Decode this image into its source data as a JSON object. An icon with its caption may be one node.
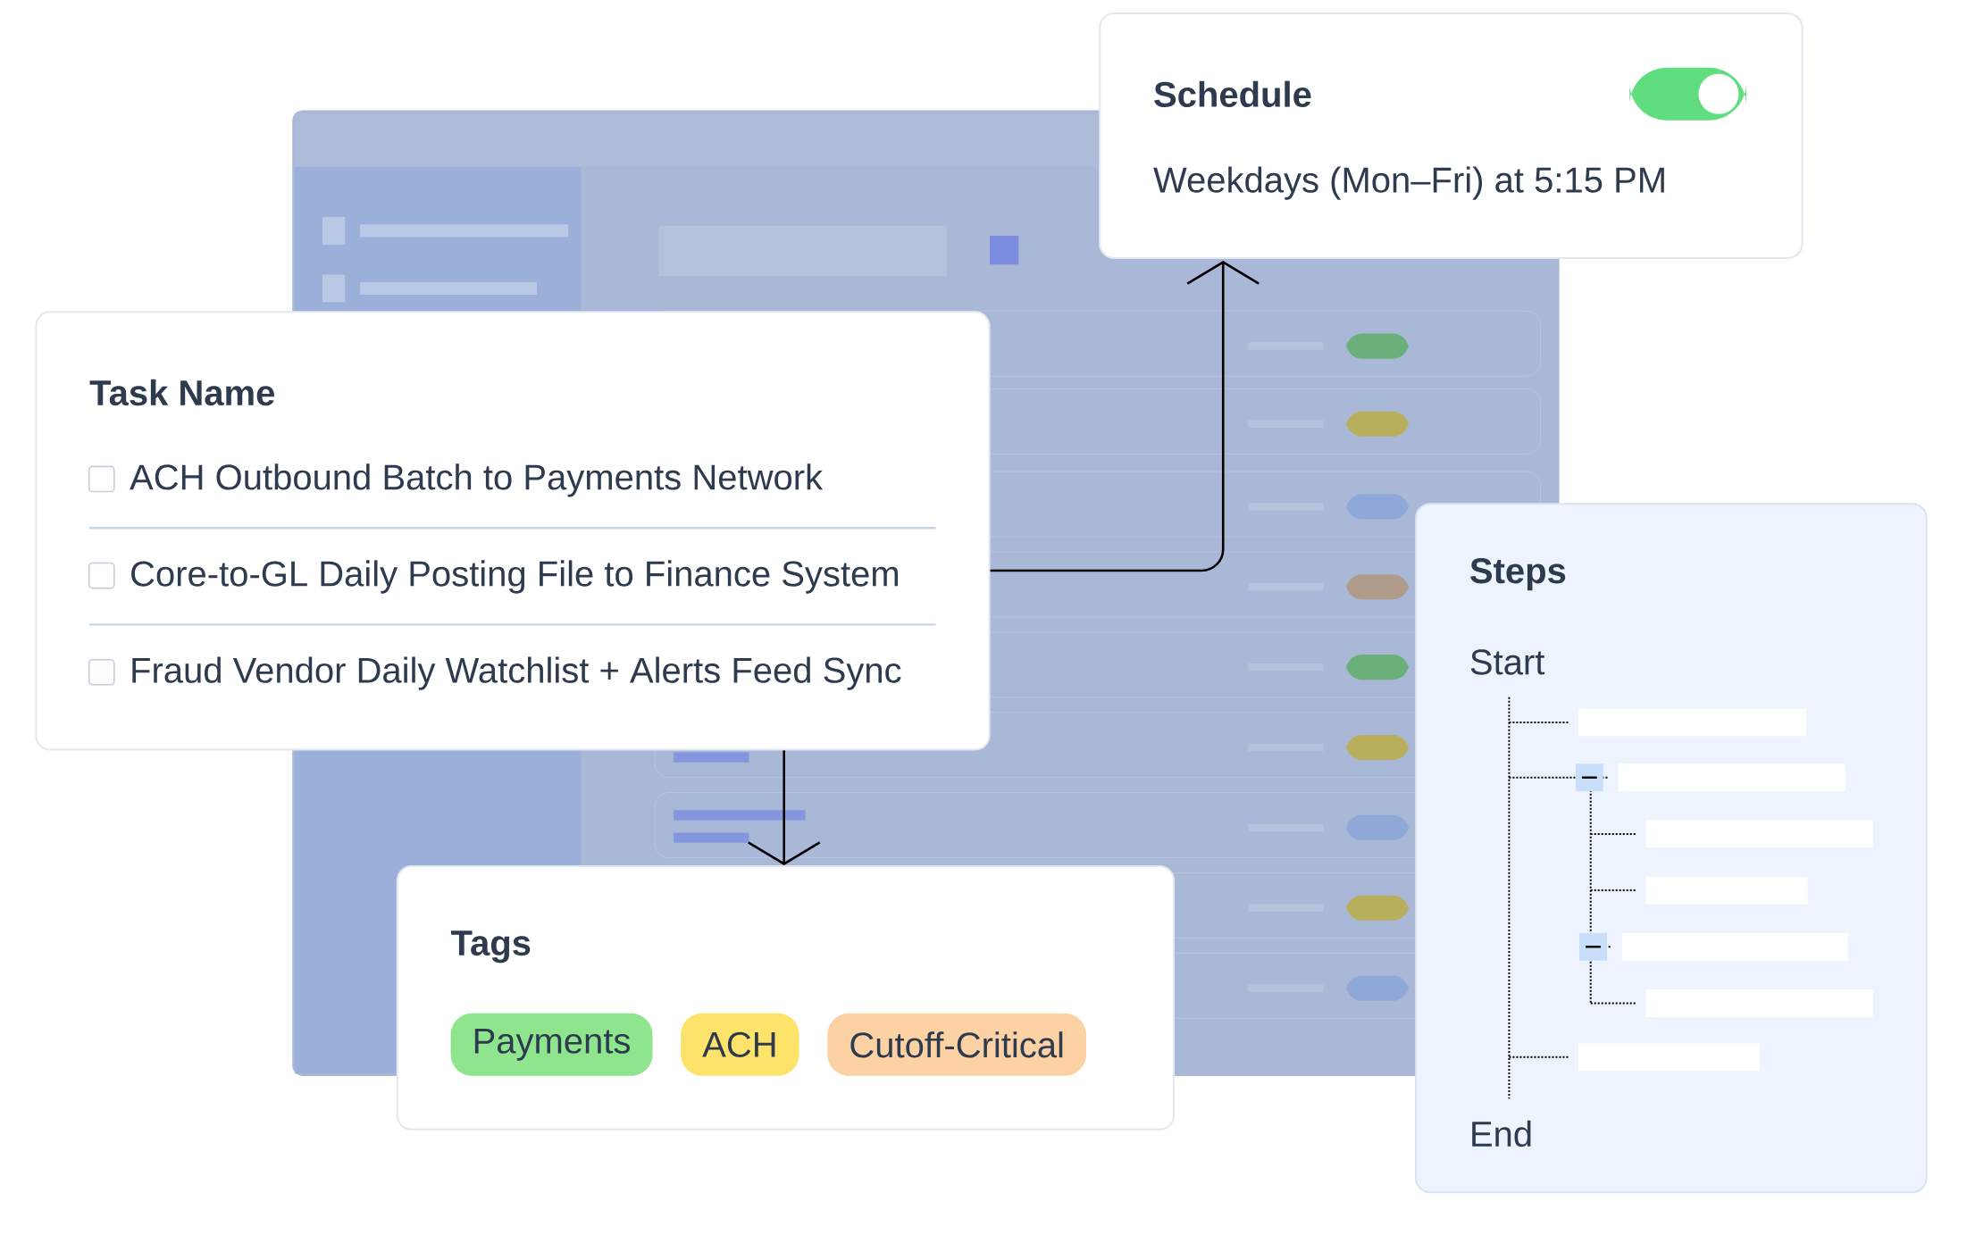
{
  "diagram": {
    "nodes": [
      {
        "text": [
          "Schedule",
          "Weekdays (Mon–Fri) at 5:15 PM"
        ]
      },
      {
        "text": [
          "Task Name",
          "ACH Outbound Batch to Payments Network",
          "Core-to-GL Daily Posting File to Finance System",
          "Fraud Vendor Daily Watchlist + Alerts Feed Sync"
        ]
      },
      {
        "text": [
          "Tags"
        ]
      },
      {
        "text": [
          "Payments"
        ],
        "in": 2
      },
      {
        "text": [
          "ACH"
        ],
        "in": 2
      },
      {
        "text": [
          "Cutoff-Critical"
        ],
        "in": 2
      },
      {
        "text": [
          "Steps",
          "Start",
          "End"
        ]
      }
    ],
    "edges": [
      {
        "from": 1,
        "to": 0,
        "arrow": "to"
      },
      {
        "from": 1,
        "to": 2,
        "arrow": "to"
      }
    ]
  }
}
